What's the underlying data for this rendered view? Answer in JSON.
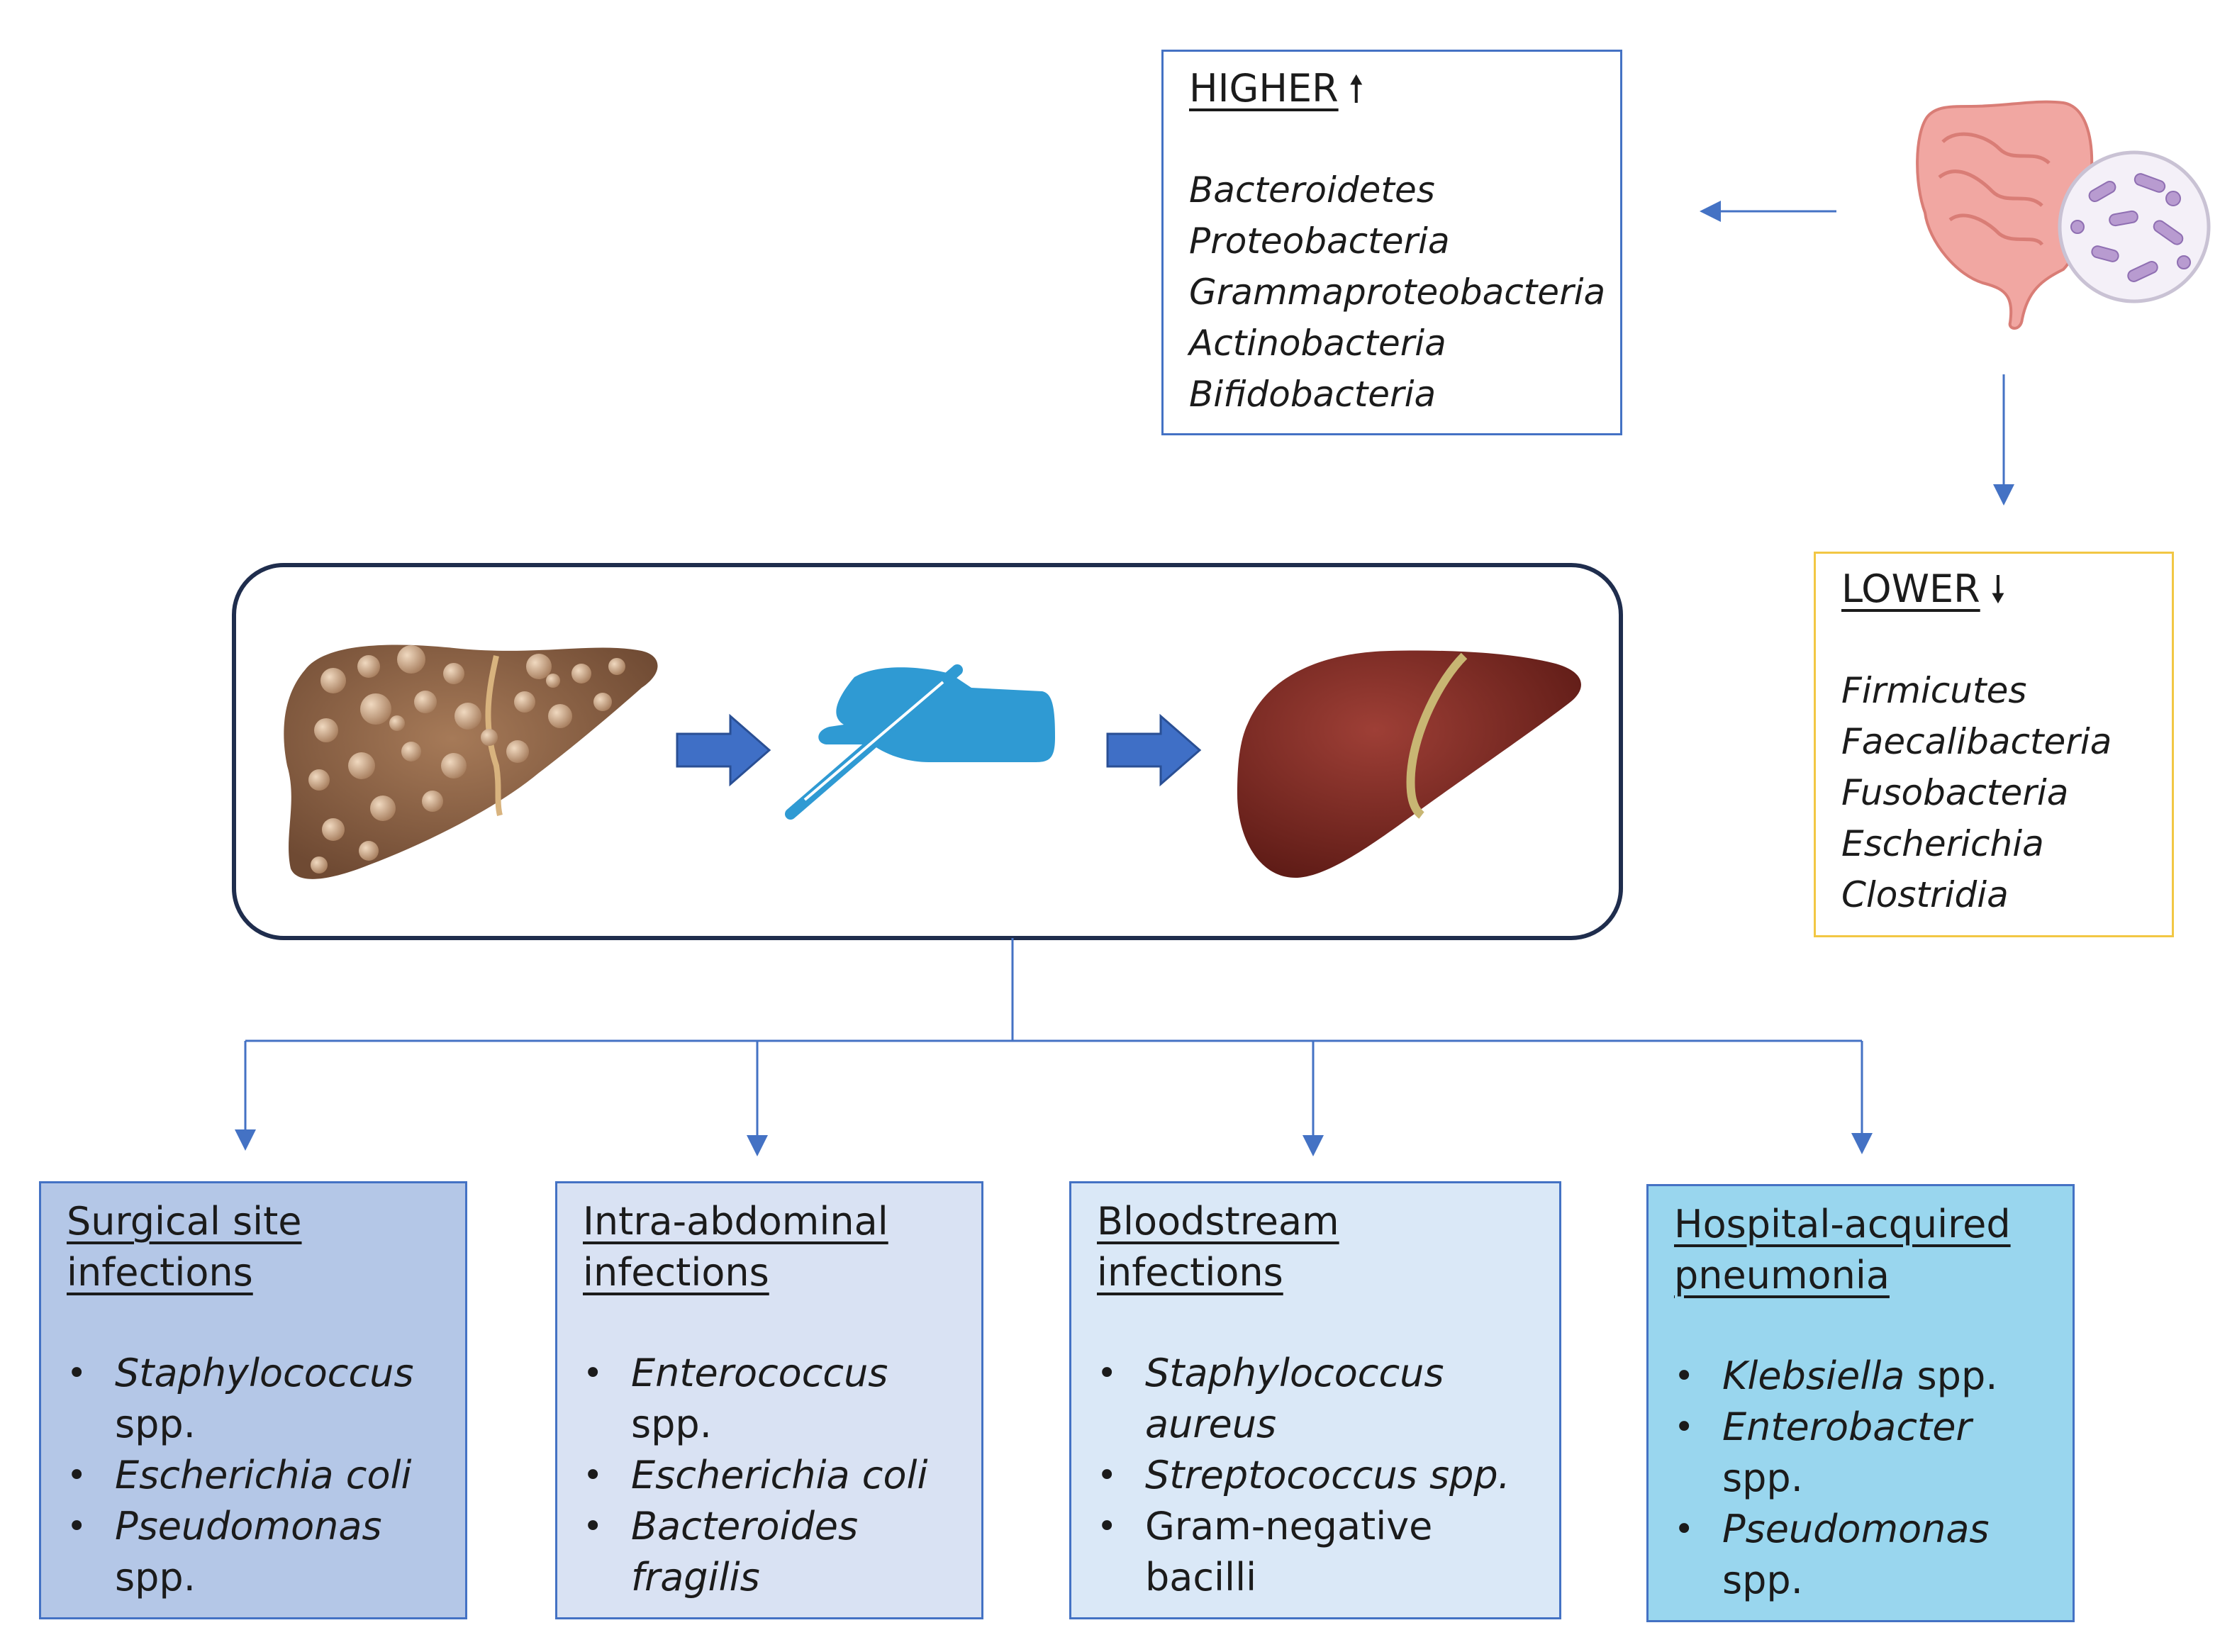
{
  "higher": {
    "heading": "HIGHER",
    "items": [
      "Bacteroidetes",
      "Proteobacteria",
      "Grammaproteobacteria",
      "Actinobacteria",
      "Bifidobacteria"
    ]
  },
  "lower": {
    "heading": "LOWER",
    "items": [
      "Firmicutes",
      "Faecalibacteria",
      "Fusobacteria",
      "Escherichia",
      "Clostridia"
    ]
  },
  "infections": [
    {
      "title_line1": "Surgical site",
      "title_line2": "infections",
      "items": [
        {
          "italic": "Staphylococcus",
          "plain": " spp."
        },
        {
          "italic": "Escherichia coli",
          "plain": ""
        },
        {
          "italic": "Pseudomonas",
          "plain": " spp."
        }
      ]
    },
    {
      "title_line1": "Intra-abdominal",
      "title_line2": "infections",
      "items": [
        {
          "italic": "Enterococcus",
          "plain": " spp."
        },
        {
          "italic": "Escherichia coli",
          "plain": ""
        },
        {
          "italic": "Bacteroides fragilis",
          "plain": ""
        }
      ]
    },
    {
      "title_line1": "Bloodstream",
      "title_line2": "infections",
      "items": [
        {
          "italic": "Staphylococcus aureus",
          "plain": ""
        },
        {
          "italic": "Streptococcus spp.",
          "plain": ""
        },
        {
          "italic": "",
          "plain": "Gram-negative bacilli"
        }
      ]
    },
    {
      "title_line1": "Hospital-acquired",
      "title_line2": "pneumonia",
      "items": [
        {
          "italic": "Klebsiella",
          "plain": " spp."
        },
        {
          "italic": "Enterobacter",
          "plain": " spp."
        },
        {
          "italic": "Pseudomonas",
          "plain": " spp."
        }
      ]
    }
  ],
  "colors": {
    "arrow": "#4472c4",
    "higher_border": "#4472c4",
    "lower_border": "#f2c744",
    "box1_fill": "#b4c7e7",
    "box2_fill": "#d9e2f3",
    "box3_fill": "#dae8f7",
    "box4_fill": "#99d6ee",
    "box_border": "#4472c4",
    "frame_border": "#1f2d4d",
    "block_arrow": "#3f6fc6"
  },
  "icons": [
    "gut-microbiome-icon",
    "cirrhotic-liver-icon",
    "surgery-hand-scalpel-icon",
    "healthy-liver-icon"
  ]
}
